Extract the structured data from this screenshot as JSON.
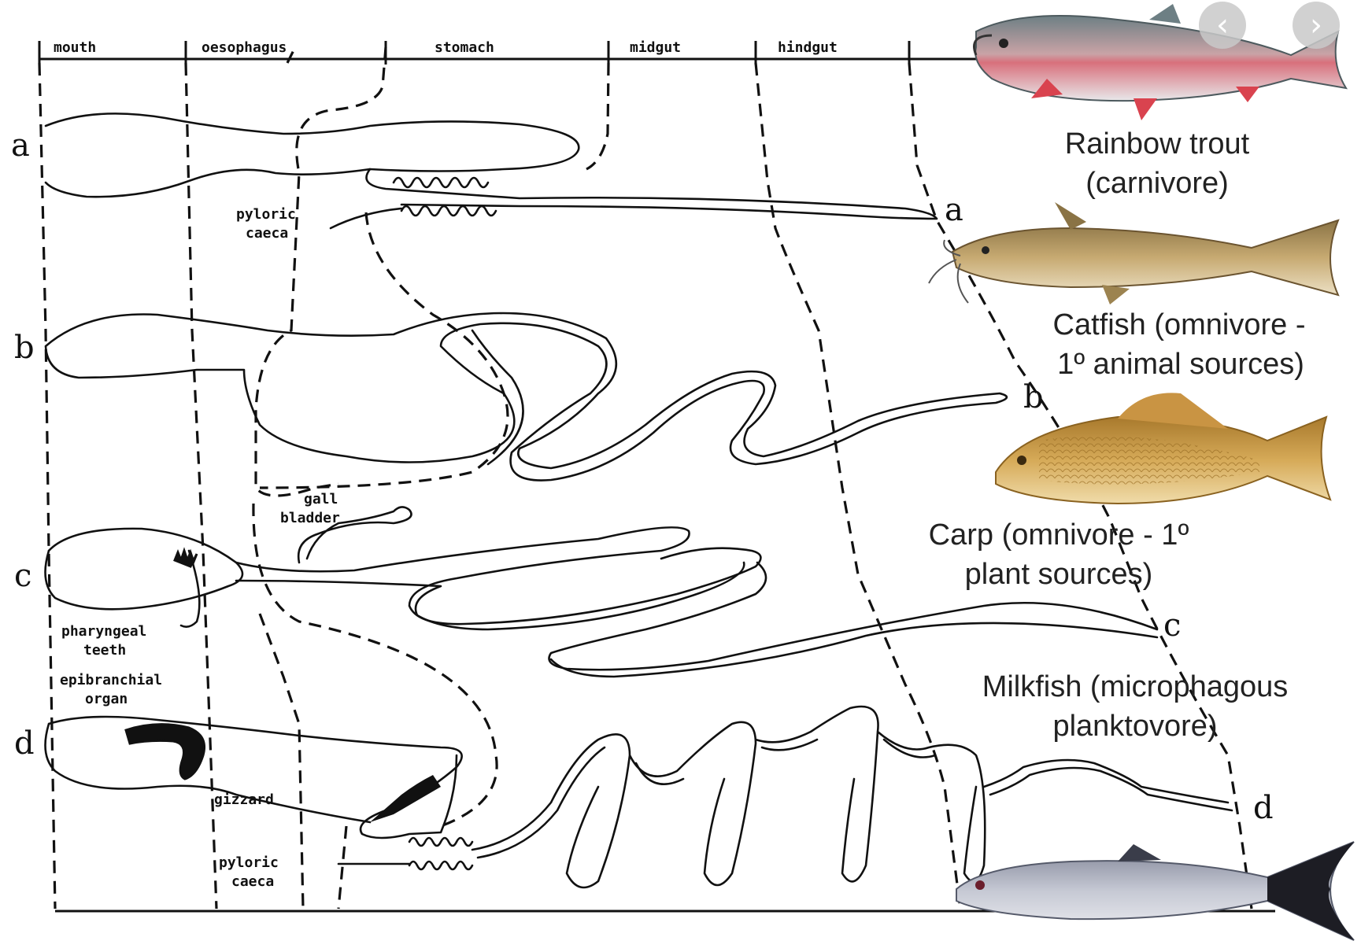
{
  "sections": [
    "mouth",
    "oesophagus",
    "stomach",
    "midgut",
    "hindgut"
  ],
  "rows": [
    "a",
    "b",
    "c",
    "d"
  ],
  "end_labels": [
    "a",
    "b",
    "c",
    "d"
  ],
  "organ_labels": {
    "pyloric_a_line1": "pyloric",
    "pyloric_a_line2": "caeca",
    "gall_line1": "gall",
    "gall_line2": "bladder",
    "pharyngeal_line1": "pharyngeal",
    "pharyngeal_line2": "teeth",
    "epibranchial_line1": "epibranchial",
    "epibranchial_line2": "organ",
    "gizzard": "gizzard",
    "pyloric_d_line1": "pyloric",
    "pyloric_d_line2": "caeca"
  },
  "captions": {
    "trout_line1": "Rainbow trout",
    "trout_line2": "(carnivore)",
    "catfish_line1": "Catfish (omnivore -",
    "catfish_line2": "1º animal sources)",
    "carp_line1": "Carp (omnivore - 1º",
    "carp_line2": "plant sources)",
    "milkfish_line1": "Milkfish (microphagous",
    "milkfish_line2": "planktovore)"
  },
  "nav": {
    "prev_icon": "‹",
    "next_icon": "›"
  },
  "colors": {
    "ink": "#111111",
    "trout_back": "#7a8a8c",
    "trout_stripe": "#d9707a",
    "catfish": "#b99a5e",
    "carp": "#d4a24c",
    "milkfish": "#b8bcc8",
    "nav_bg": "#c9c9c9"
  }
}
